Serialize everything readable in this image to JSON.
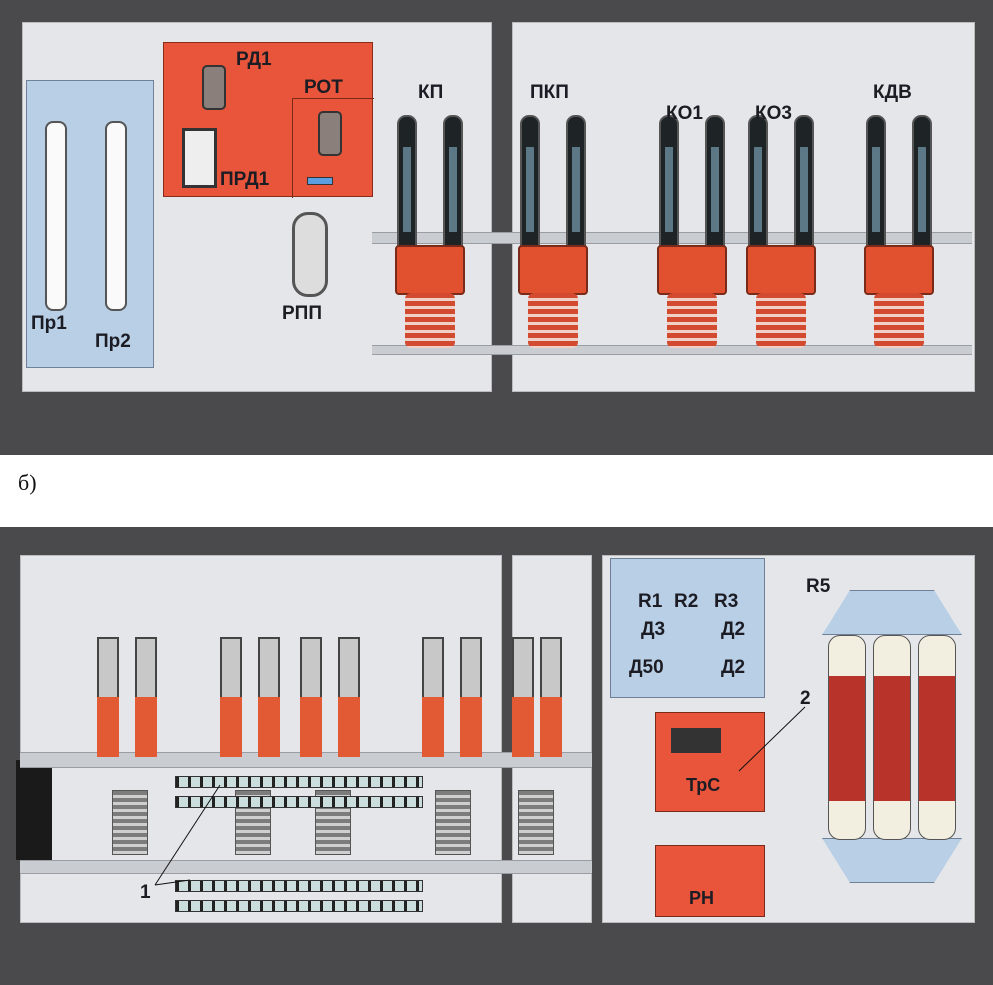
{
  "top_panel": {
    "labels": {
      "rd1": "РД1",
      "rot": "РОТ",
      "prd1": "ПРД1",
      "kp": "КП",
      "pkp": "ПКП",
      "ko1": "КО1",
      "ko3": "КО3",
      "kdv": "КДВ",
      "pr1": "Пр1",
      "pr2": "Пр2",
      "rpp": "РПП"
    }
  },
  "subfigure_label": "б)",
  "bottom_panel": {
    "labels": {
      "r5": "R5",
      "r1": "R1",
      "r2": "R2",
      "r3": "R3",
      "d3": "Д3",
      "d2a": "Д2",
      "d50": "Д50",
      "d2b": "Д2",
      "trs": "ТрС",
      "rn": "РН",
      "callout_1": "1",
      "callout_2": "2"
    }
  },
  "colors": {
    "frame": "#4a4a4c",
    "panel": "#e4e6ea",
    "orange": "#e8553a",
    "blue": "#b9cfe6"
  }
}
